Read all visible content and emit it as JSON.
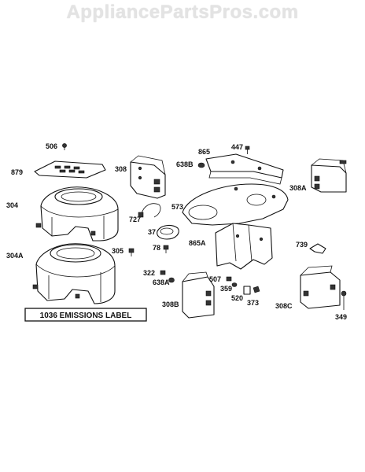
{
  "watermark": "AppliancePartsPros.com",
  "emissions_label": "1036 EMISSIONS LABEL",
  "part_labels": {
    "p506": "506",
    "p879": "879",
    "p308": "308",
    "p638B": "638B",
    "p865": "865",
    "p447": "447",
    "p308A": "308A",
    "p304": "304",
    "p727": "727",
    "p573": "573",
    "p37": "37",
    "p865A": "865A",
    "p305": "305",
    "p78": "78",
    "p739": "739",
    "p304A": "304A",
    "p322": "322",
    "p638A": "638A",
    "p507": "507",
    "p359": "359",
    "p520": "520",
    "p373": "373",
    "p308B": "308B",
    "p308C": "308C",
    "p349": "349"
  }
}
